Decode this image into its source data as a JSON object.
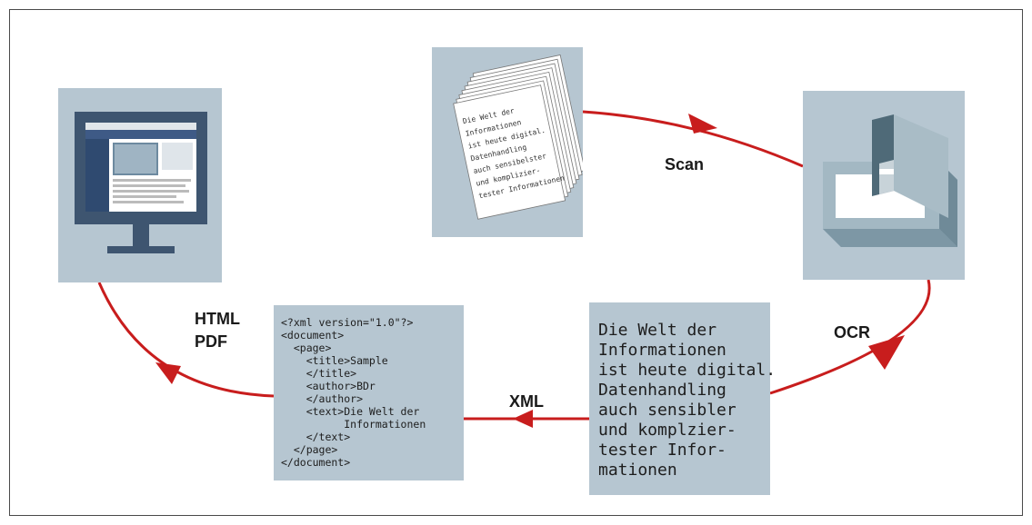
{
  "flow": {
    "scan_label": "Scan",
    "ocr_label": "OCR",
    "xml_label": "XML",
    "html_label": "HTML",
    "pdf_label": "PDF"
  },
  "scanned_page": {
    "lines": [
      "Die Welt der",
      "Informationen",
      "ist heute digital.",
      "Datenhandling",
      "auch sensibelster",
      "und komplizier-",
      "tester Informationen"
    ]
  },
  "ocr_text": {
    "lines": [
      "Die Welt der",
      "Informationen",
      "ist heute digital.",
      "Datenhandling",
      "auch sensibler",
      "und komplzier-",
      "tester Infor-",
      "mationen"
    ]
  },
  "xml_doc": {
    "lines": [
      "<?xml version=\"1.0\"?>",
      "<document>",
      "  <page>",
      "    <title>Sample",
      "    </title>",
      "    <author>BDr",
      "    </author>",
      "    <text>Die Welt der",
      "          Informationen",
      "    </text>",
      "  </page>",
      "</document>"
    ]
  },
  "colors": {
    "panel": "#b6c6d1",
    "arrow": "#c81d1d",
    "monitor_frame": "#3e5570",
    "scanner_body": "#8aa3b0"
  }
}
